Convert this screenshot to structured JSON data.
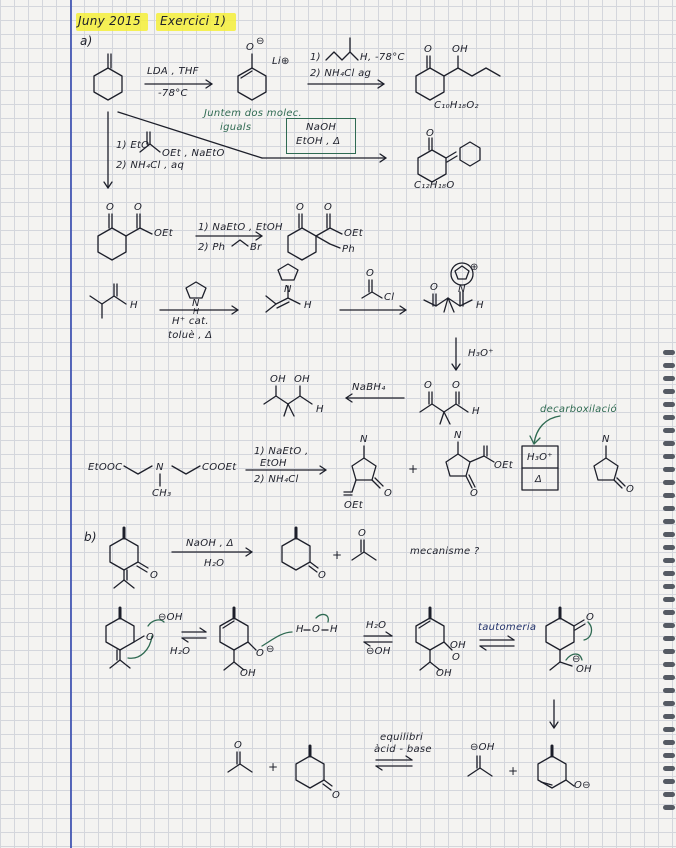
{
  "header": {
    "date": "Juny 2015",
    "exercise": "Exercici 1)"
  },
  "part_a": {
    "label": "a)",
    "enolate": {
      "oxygen": "O",
      "charge": "⊖",
      "counterion": "Li⊕"
    },
    "conditions_lda": [
      "LDA , THF",
      "-78°C"
    ],
    "aldehyde_step": {
      "step1": "1)",
      "aldehyde_h": "H",
      "temp": ", -78°C",
      "step2": "2) NH₄Cl ag"
    },
    "aldol_product": {
      "oh": "OH",
      "o": "O",
      "formula": "C₁₀H₁₈O₂"
    },
    "note_green": [
      "Juntem dos molec.",
      "iguals"
    ],
    "box_conditions": [
      "NaOH",
      "EtOH , Δ"
    ],
    "condensation_product": {
      "o": "O",
      "formula": "C₁₂H₁₈O"
    },
    "claisen_conditions": [
      "1) EtO",
      "OEt , NaEtO",
      "2) NH₄Cl , aq"
    ],
    "ketoester": {
      "o1": "O",
      "o2": "O",
      "oet": "OEt"
    },
    "alkylation_conditions": [
      "1) NaEtO , EtOH",
      "2) Ph",
      "Br"
    ],
    "alkylated": {
      "o1": "O",
      "o2": "O",
      "oet": "OEt",
      "ph": "Ph"
    },
    "aldehyde_label": "H",
    "pyrrolidine_n": "N",
    "pyrrolidine_h": "H",
    "enamine_conditions": [
      "H⁺ cat.",
      "toluè , Δ"
    ],
    "enamine": {
      "n": "N",
      "h": "H"
    },
    "acyl_chloride": {
      "o": "O",
      "cl": "Cl"
    },
    "iminium": {
      "n": "N",
      "charge": "⊕",
      "o": "O",
      "h": "H"
    },
    "hydrolysis": "H₃O⁺",
    "reduction": "NaBH₄",
    "diol": {
      "oh1": "OH",
      "oh2": "OH",
      "h": "H"
    },
    "dicarbonyl": {
      "o1": "O",
      "o2": "O",
      "h": "H"
    },
    "diester": {
      "left": "EtOOC",
      "n": "N",
      "right": "COOEt",
      "me": "CH₃"
    },
    "dieckmann_conditions": [
      "1) NaEtO ,",
      "EtOH",
      "2) NH₄Cl"
    ],
    "dieckmann_p1": {
      "n": "N",
      "o": "O",
      "oet": "OEt"
    },
    "plus": "+",
    "dieckmann_p2": {
      "n": "N",
      "o": "O",
      "oet": "OEt"
    },
    "decarb_box": [
      "H₃O⁺",
      "Δ"
    ],
    "decarb_label": "decarboxilació",
    "final_amine": {
      "n": "N",
      "o": "O"
    }
  },
  "part_b": {
    "label": "b)",
    "start_o": "O",
    "conditions": [
      "NaOH , Δ",
      "H₂O"
    ],
    "product_o": "O",
    "acetone_o": "O",
    "plus": "+",
    "question": "mecanisme ?",
    "mech1": {
      "hydroxide": "⊖OH",
      "water": "H₂O",
      "o": "O"
    },
    "mech2": {
      "o": "O",
      "charge": "⊖",
      "oh": "OH"
    },
    "water_ion": {
      "h1": "H",
      "o": "O",
      "h2": "H"
    },
    "mech3": {
      "reagent_top": "H₂O",
      "reagent_bottom": "⊖OH",
      "o": "O",
      "oh": "OH",
      "oh2": "OH"
    },
    "tautomer_label": "tautomeria",
    "mech4": {
      "o": "O",
      "oh": "OH",
      "charge": "⊖"
    },
    "bottom": {
      "acetone_o": "O",
      "plus": "+",
      "cyclohexanone_o": "O",
      "equilibrium_label": [
        "equilibri",
        "àcid - base"
      ],
      "enolate_acetone": "⊖OH",
      "plus2": "+",
      "enolate_o": "O⊖"
    }
  }
}
